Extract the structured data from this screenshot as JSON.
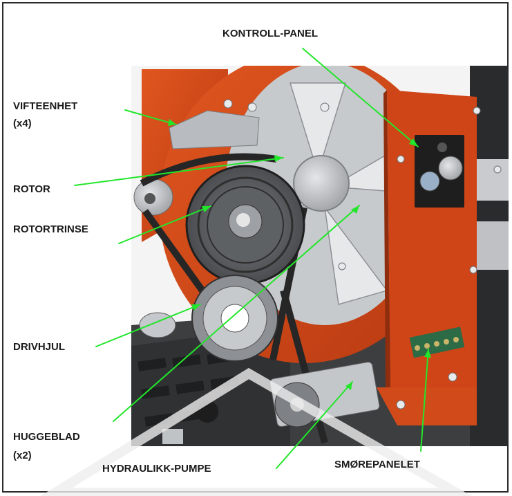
{
  "labels": {
    "control_panel": "KONTROLL-PANEL",
    "fan_unit_line1": "VIFTEENHET",
    "fan_unit_line2": "(x4)",
    "rotor": "ROTOR",
    "rotor_pulley": "ROTORTRINSE",
    "drive_wheel": "DRIVHJUL",
    "chopping_blade_line1": "HUGGEBLAD",
    "chopping_blade_line2": "(x2)",
    "hydraulic_pump": "HYDRAULIKK-PUMPE",
    "lube_panel": "SMØREPANELET"
  },
  "colors": {
    "leader_line": "#22e62a",
    "housing_orange": "#d4471a",
    "steel_grey": "#a9acb0",
    "belt_dark": "#2b2b2b",
    "frame_border": "#2a2a2a"
  }
}
